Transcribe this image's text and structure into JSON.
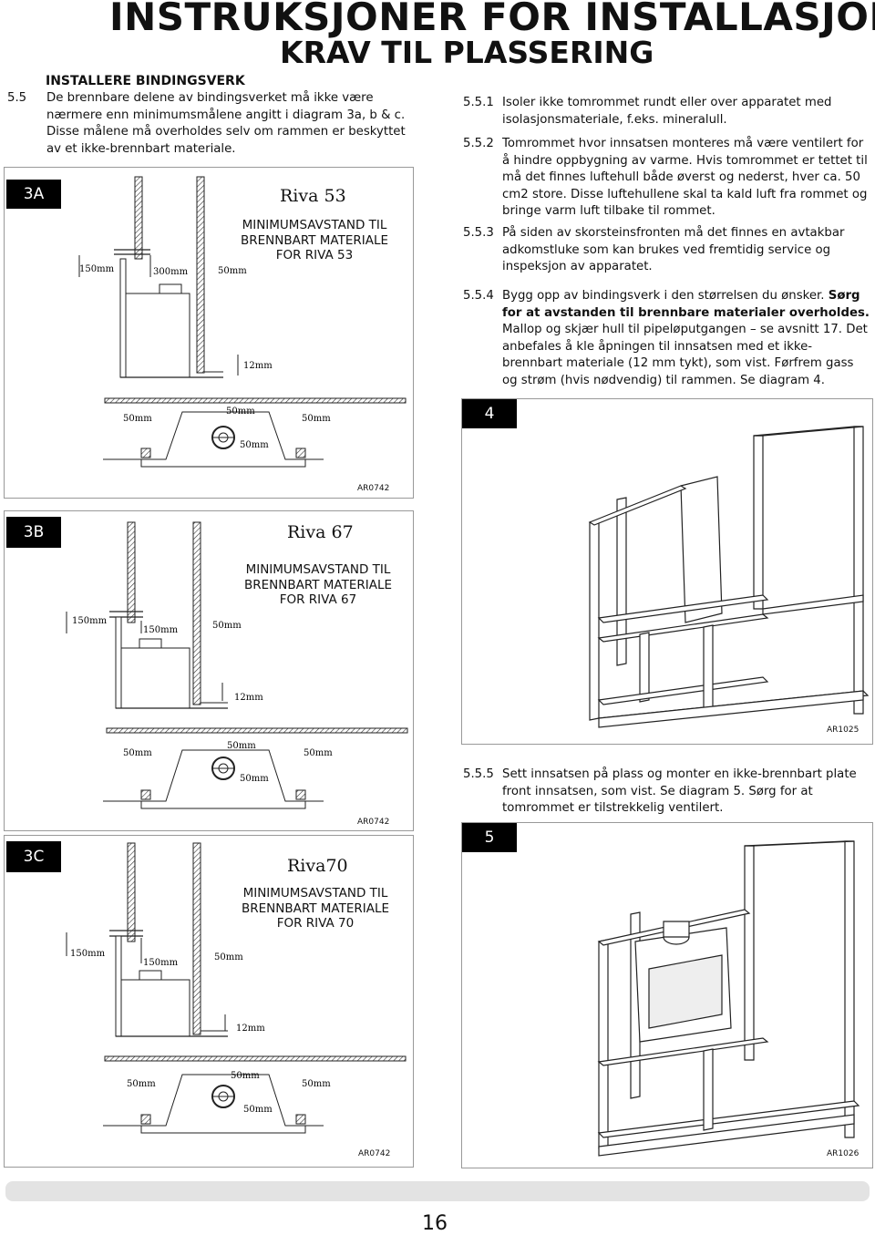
{
  "header": {
    "title": "INSTRUKSJONER FOR INSTALLASJON",
    "subtitle": "KRAV TIL PLASSERING"
  },
  "left": {
    "subheading": "INSTALLERE BINDINGSVERK",
    "p55_num": "5.5",
    "p55_text": "De brennbare delene av bindingsverket må ikke være nærmere enn minimumsmålene angitt i diagram 3a, b & c. Disse målene må overholdes selv om rammen er beskyttet av et ikke-brennbart materiale."
  },
  "figures": {
    "f3a": {
      "label": "3A",
      "title": "Riva 53",
      "sub1": "MINIMUMSAVSTAND TIL",
      "sub2": "BRENNBART MATERIALE",
      "sub3": "FOR RIVA 53",
      "code": "AR0742",
      "d150": "150mm",
      "dmid": "300mm",
      "d50": "50mm",
      "d12": "12mm",
      "b50l": "50mm",
      "b50t": "50mm",
      "b50r": "50mm",
      "b50b": "50mm"
    },
    "f3b": {
      "label": "3B",
      "title": "Riva 67",
      "sub1": "MINIMUMSAVSTAND TIL",
      "sub2": "BRENNBART MATERIALE",
      "sub3": "FOR RIVA 67",
      "code": "AR0742",
      "d150": "150mm",
      "dmid": "150mm",
      "d50": "50mm",
      "d12": "12mm",
      "b50l": "50mm",
      "b50t": "50mm",
      "b50r": "50mm",
      "b50b": "50mm"
    },
    "f3c": {
      "label": "3C",
      "title": "Riva70",
      "sub1": "MINIMUMSAVSTAND TIL",
      "sub2": "BRENNBART MATERIALE",
      "sub3": "FOR RIVA 70",
      "code": "AR0742",
      "d150": "150mm",
      "dmid": "150mm",
      "d50": "50mm",
      "d12": "12mm",
      "b50l": "50mm",
      "b50t": "50mm",
      "b50r": "50mm",
      "b50b": "50mm"
    },
    "f4": {
      "label": "4",
      "code": "AR1025"
    },
    "f5": {
      "label": "5",
      "code": "AR1026"
    }
  },
  "right": {
    "p551_num": "5.5.1",
    "p551_text": "Isoler ikke tomrommet rundt eller over apparatet med isolasjonsmateriale, f.eks. mineralull.",
    "p552_num": "5.5.2",
    "p552_text": "Tomrommet hvor innsatsen monteres må være ventilert for å hindre oppbygning av varme. Hvis tomrommet er tettet til må det finnes luftehull både øverst og nederst, hver ca. 50 cm2 store. Disse luftehullene skal ta kald luft fra rommet og bringe varm luft tilbake til rommet.",
    "p553_num": "5.5.3",
    "p553_text": "På siden av skorsteinsfronten må det finnes en avtakbar adkomstluke som kan brukes ved fremtidig service og inspeksjon av apparatet.",
    "p554_num": "5.5.4",
    "p554_a": "Bygg opp av bindingsverk i den størrelsen du ønsker.",
    "p554_b": "Sørg for at avstanden til brennbare materialer overholdes.",
    "p554_c": "Mallop og skjær hull til pipeløputgangen – se avsnitt 17. Det anbefales å kle åpningen til innsatsen med et ikke-brennbart materiale (12 mm tykt), som vist. Førfrem gass og strøm (hvis nødvendig) til rammen. Se diagram 4.",
    "p555_num": "5.5.5",
    "p555_text": "Sett innsatsen på plass og monter en ikke-brennbart plate front innsatsen, som vist. Se diagram 5. Sørg for at tomrommet er tilstrekkelig ventilert."
  },
  "footer": {
    "page": "16"
  }
}
